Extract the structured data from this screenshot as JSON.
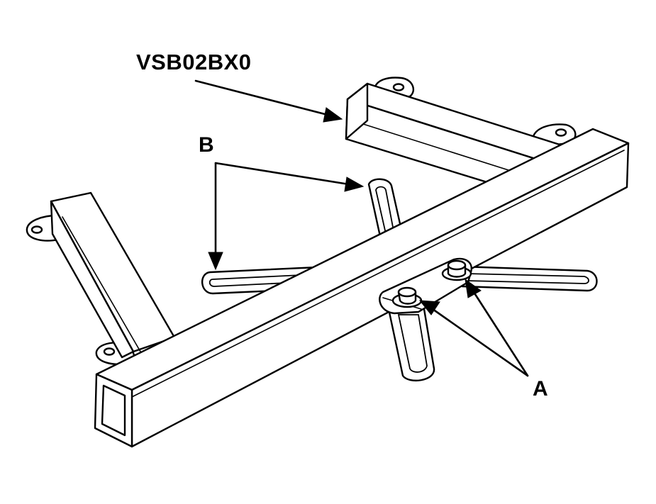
{
  "diagram": {
    "part_number": "VSB02BX0",
    "callouts": {
      "a": "A",
      "b": "B"
    },
    "colors": {
      "ink": "#000000",
      "paper": "#ffffff"
    }
  }
}
